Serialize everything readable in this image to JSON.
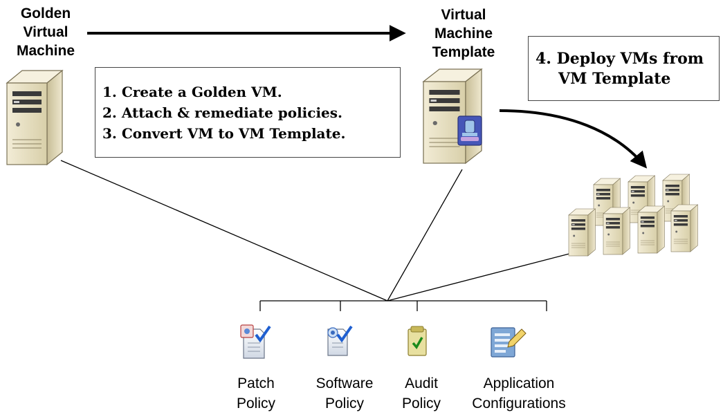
{
  "nodes": {
    "golden_vm": {
      "label_lines": [
        "Golden",
        "Virtual",
        "Machine"
      ]
    },
    "vm_template": {
      "label_lines": [
        "Virtual",
        "Machine",
        "Template"
      ]
    }
  },
  "steps_box": {
    "lines": [
      "1. Create a Golden VM.",
      "2. Attach & remediate policies.",
      "3. Convert VM to VM Template."
    ]
  },
  "deploy_box": {
    "lines": [
      "4. Deploy VMs from",
      "VM Template"
    ]
  },
  "policies": [
    {
      "label_lines": [
        "Patch",
        "Policy"
      ],
      "icon": "patch-policy-icon"
    },
    {
      "label_lines": [
        "Software",
        "Policy"
      ],
      "icon": "software-policy-icon"
    },
    {
      "label_lines": [
        "Audit",
        "Policy"
      ],
      "icon": "audit-policy-icon"
    },
    {
      "label_lines": [
        "Application",
        "Configurations"
      ],
      "icon": "application-configurations-icon"
    }
  ],
  "colors": {
    "server_body": "#e9e2c8",
    "server_front": "#c9bf98",
    "server_dark": "#3a3a3a",
    "arrow": "#000000",
    "connector": "#000000"
  }
}
